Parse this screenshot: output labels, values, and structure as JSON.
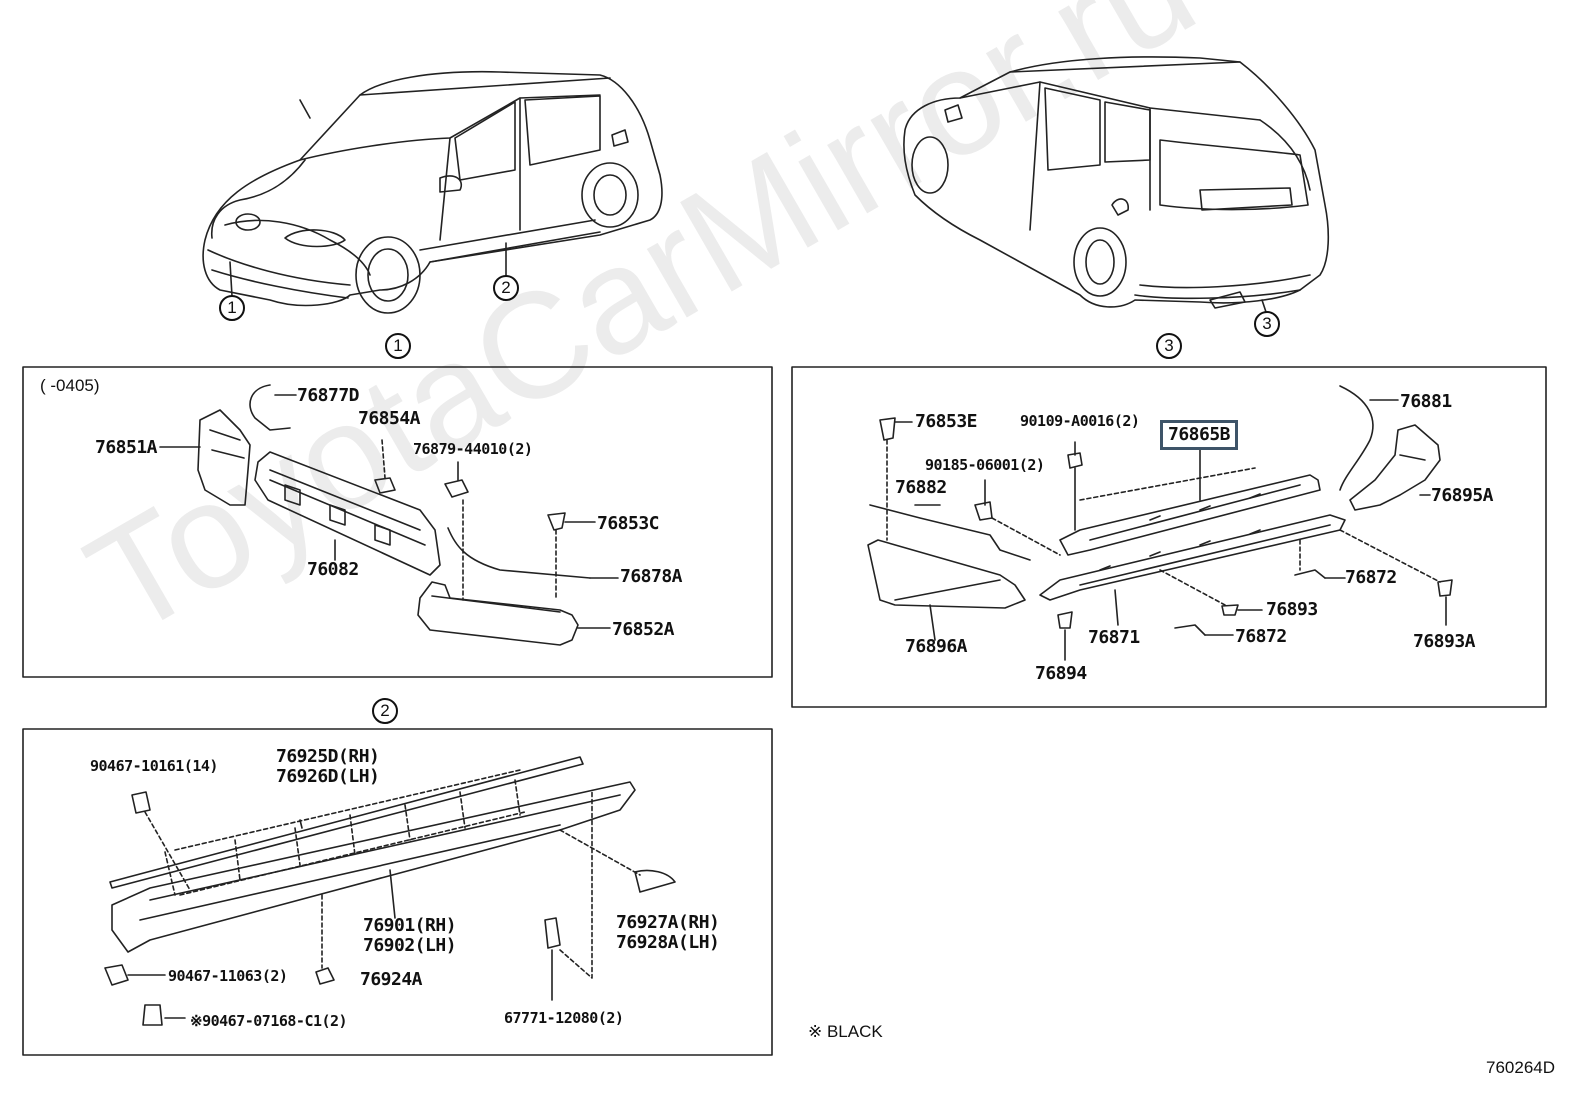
{
  "watermark": "ToyotaCarMirror.ru",
  "diagram_code": "760264D",
  "note_black": "※ BLACK",
  "callouts": {
    "c1_car": "1",
    "c2_car": "2",
    "c3_car": "3",
    "section1": "1",
    "section2": "2",
    "section3": "3"
  },
  "panel1": {
    "range": "(      -0405)",
    "parts": [
      "76877D",
      "76854A",
      "76851A",
      "76879-44010(2)",
      "76853C",
      "76082",
      "76878A",
      "76852A"
    ]
  },
  "panel2": {
    "parts": [
      "90467-10161(14)",
      "76925D(RH)",
      "76926D(LH)",
      "76901(RH)",
      "76902(LH)",
      "76927A(RH)",
      "76928A(LH)",
      "90467-11063(2)",
      "76924A",
      "※90467-07168-C1(2)",
      "67771-12080(2)"
    ]
  },
  "panel3": {
    "selected": "76865B",
    "parts": [
      "76881",
      "76853E",
      "90109-A0016(2)",
      "90185-06001(2)",
      "76882",
      "76895A",
      "76872",
      "76893",
      "76893A",
      "76896A",
      "76871",
      "76872",
      "76894"
    ]
  }
}
